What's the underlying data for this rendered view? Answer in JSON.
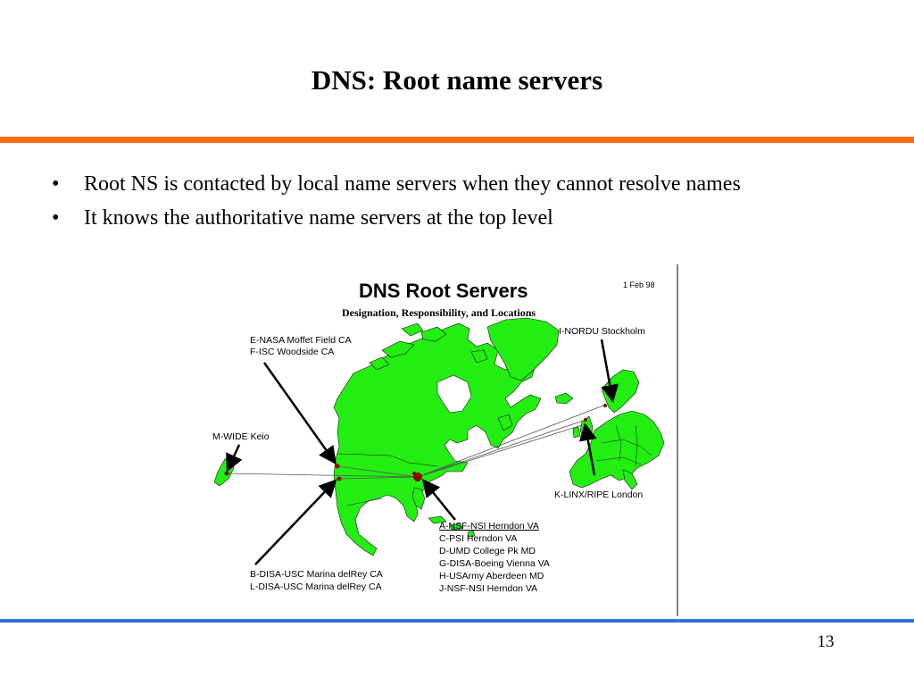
{
  "slide": {
    "title": "DNS: Root name servers",
    "bullets": [
      "Root NS is contacted by local name servers when they cannot resolve names",
      "It knows the authoritative name servers at the top level"
    ],
    "page_number": "13",
    "accent_top": "#f26b0f",
    "accent_bottom": "#3b6fd8"
  },
  "figure": {
    "title": "DNS Root Servers",
    "subtitle": "Designation, Responsibility, and Locations",
    "date": "1 Feb 98",
    "land_color": "#22ee11",
    "labels": {
      "west_coast": [
        "E-NASA Moffet Field CA",
        "F-ISC Woodside CA"
      ],
      "japan": [
        "M-WIDE Keio"
      ],
      "stockholm": [
        "I-NORDU Stockholm"
      ],
      "london": [
        "K-LINX/RIPE London"
      ],
      "marina": [
        "B-DISA-USC Marina delRey CA",
        "L-DISA-USC Marina delRey CA"
      ],
      "east_coast": [
        "A-NSF-NSI Herndon VA",
        "C-PSI Herndon VA",
        "D-UMD College Pk MD",
        "G-DISA-Boeing Vienna VA",
        "H-USArmy Aberdeen MD",
        "J-NSF-NSI Herndon VA"
      ]
    }
  }
}
